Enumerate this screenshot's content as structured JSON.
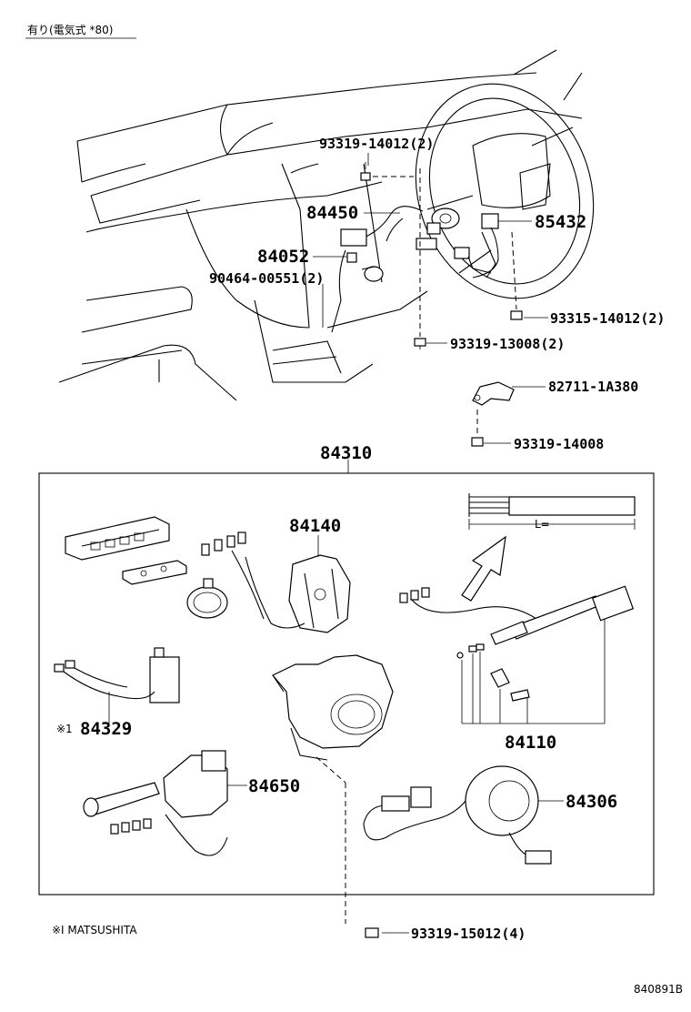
{
  "header": {
    "note": "有り(電気式 *80)"
  },
  "labels": {
    "p93319_14012": "93319-14012(2)",
    "p84450": "84450",
    "p85432": "85432",
    "p84052": "84052",
    "p90464": "90464-00551(2)",
    "p93315_14012": "93315-14012(2)",
    "p93319_13008": "93319-13008(2)",
    "p82711": "82711-1A380",
    "p93319_14008": "93319-14008",
    "p84310": "84310",
    "p84140": "84140",
    "pL": "L=",
    "p84329_mark": "※1",
    "p84329": "84329",
    "p84110": "84110",
    "p84650": "84650",
    "p84306": "84306",
    "p93319_15012": "93319-15012(4)"
  },
  "footnote": "※I MATSUSHITA",
  "diagram_id": "840891B"
}
